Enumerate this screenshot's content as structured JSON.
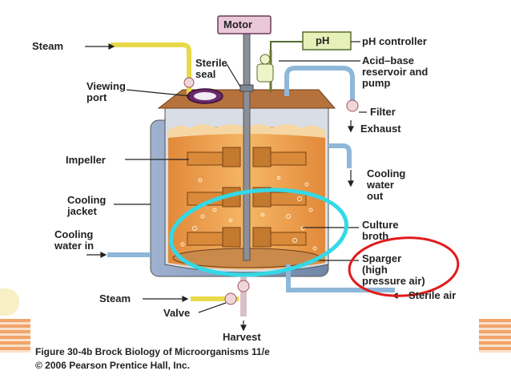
{
  "labels": {
    "motor": "Motor",
    "ph_box": "pH",
    "ph_controller": "pH controller",
    "steam_top": "Steam",
    "sterile_seal_1": "Sterile",
    "sterile_seal_2": "seal",
    "acid_base_1": "Acid–base",
    "acid_base_2": "reservoir and",
    "acid_base_3": "pump",
    "viewing_port_1": "Viewing",
    "viewing_port_2": "port",
    "filter": "Filter",
    "exhaust": "Exhaust",
    "impeller": "Impeller",
    "cooling_out_1": "Cooling",
    "cooling_out_2": "water",
    "cooling_out_3": "out",
    "cooling_jacket_1": "Cooling",
    "cooling_jacket_2": "jacket",
    "culture_broth_1": "Culture",
    "culture_broth_2": "broth",
    "cooling_in_1": "Cooling",
    "cooling_in_2": "water in",
    "sparger_1": "Sparger",
    "sparger_2": "(high",
    "sparger_3": "pressure air)",
    "steam_bottom": "Steam",
    "sterile_air": "Sterile air",
    "valve": "Valve",
    "harvest": "Harvest"
  },
  "caption": {
    "line1": "Figure 30-4b  Brock Biology of Microorganisms 11/e",
    "line2": "© 2006 Pearson Prentice Hall, Inc."
  },
  "colors": {
    "broth": "#f0a64a",
    "tank_wall": "#8aa0c0",
    "annotation_cyan": "#33d9e6",
    "annotation_red": "#e11b1b",
    "slide_band": "#f2a46a"
  }
}
